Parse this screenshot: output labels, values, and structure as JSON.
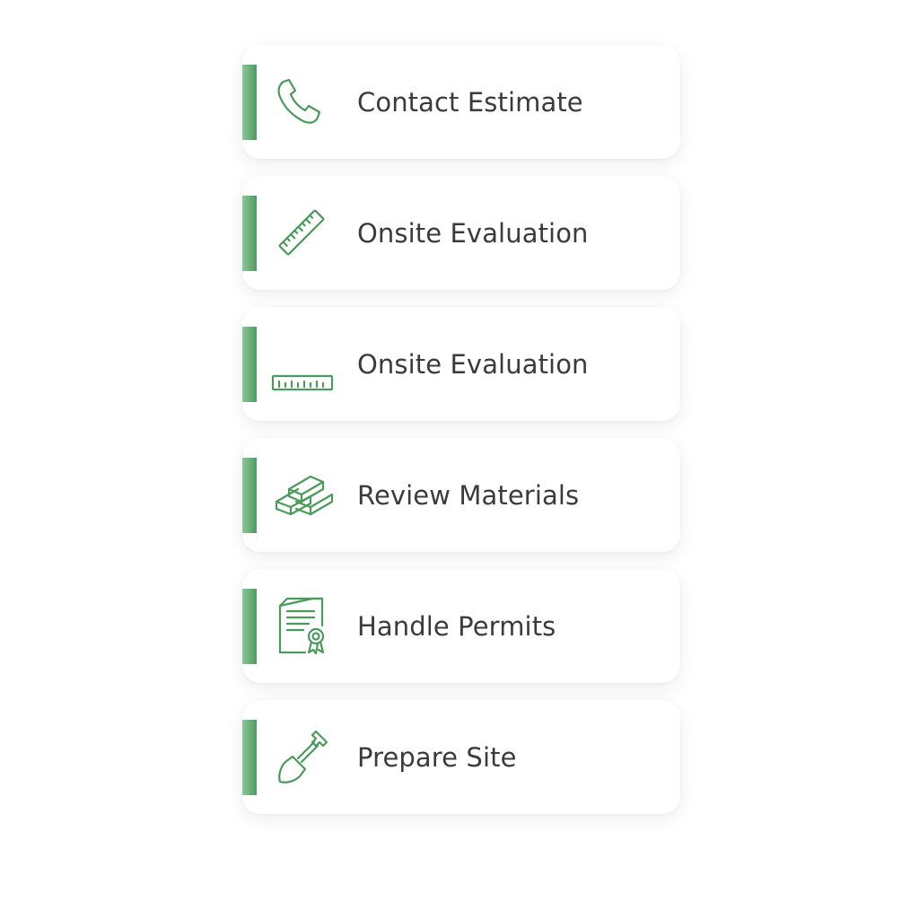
{
  "accent_color": "#4f9a5f",
  "icon_color": "#4a9a5c",
  "text_color": "#3b3b3b",
  "steps": [
    {
      "label": "Contact Estimate",
      "icon": "phone-icon"
    },
    {
      "label": "Onsite Evaluation",
      "icon": "ruler-diagonal-icon"
    },
    {
      "label": "Onsite Evaluation",
      "icon": "ruler-horizontal-icon"
    },
    {
      "label": "Review Materials",
      "icon": "lumber-stack-icon"
    },
    {
      "label": "Handle Permits",
      "icon": "permit-document-icon"
    },
    {
      "label": "Prepare Site",
      "icon": "shovel-icon"
    }
  ]
}
